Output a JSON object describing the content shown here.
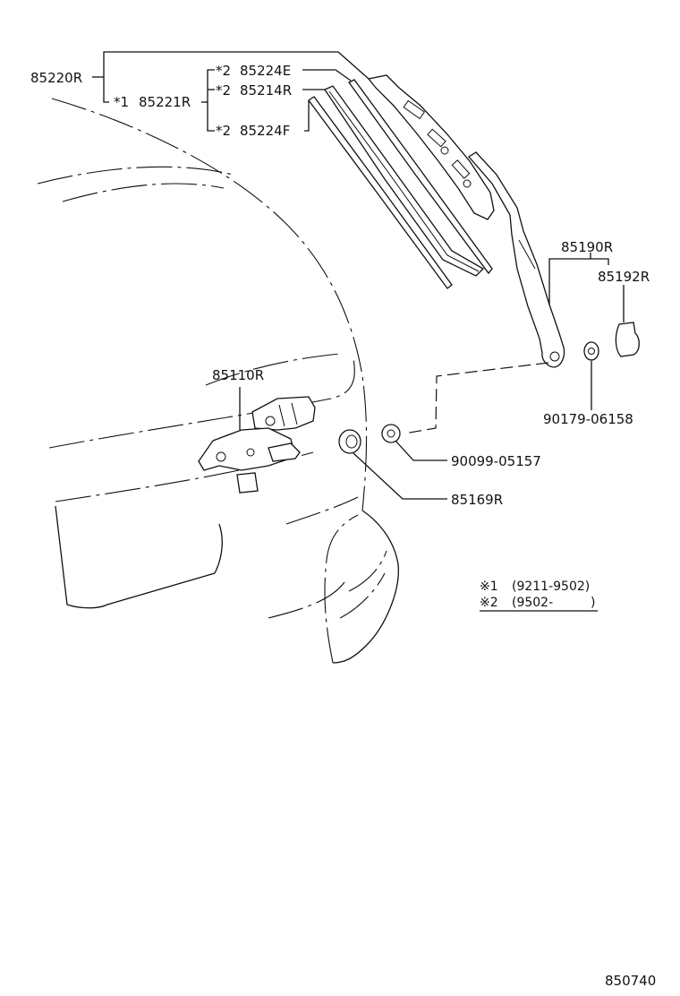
{
  "parts": {
    "p85220R": "85220R",
    "p85221R": "85221R",
    "p85224E": "85224E",
    "p85214R": "85214R",
    "p85224F": "85224F",
    "p85190R": "85190R",
    "p85192R": "85192R",
    "p85110R": "85110R",
    "p90179": "90179-06158",
    "p90099": "90099-05157",
    "p85169R": "85169R"
  },
  "marks": {
    "m1": "*1",
    "m2a": "*2",
    "m2b": "*2",
    "m2c": "*2"
  },
  "footnotes": {
    "n1_mark": "※1",
    "n1_text": "(9211-9502)",
    "n2_mark": "※2",
    "n2_text": "(9502-",
    "n2_close": ")"
  },
  "diagram_code": "850740"
}
